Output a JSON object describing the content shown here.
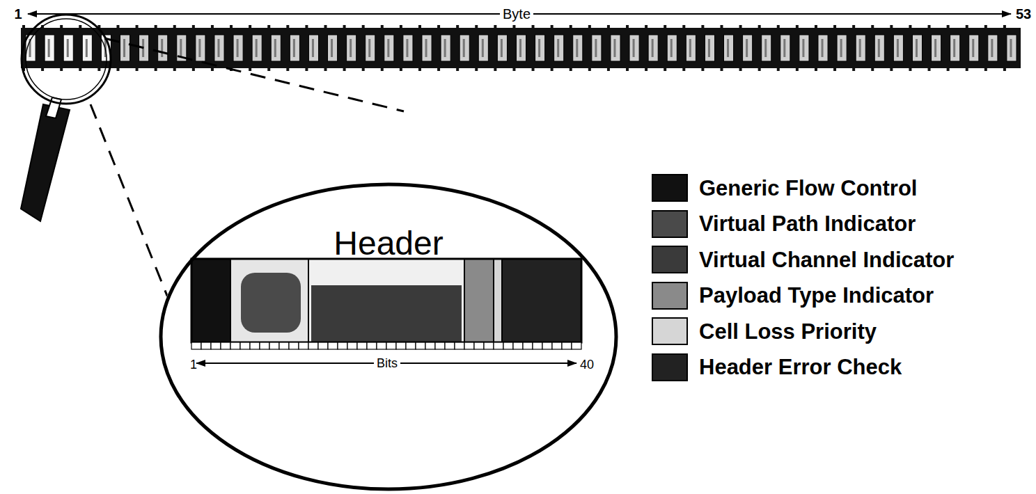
{
  "diagram": {
    "nodes": [
      {
        "text": [
          "Header"
        ]
      }
    ],
    "labels": [
      "1",
      "Byte",
      "53",
      "1",
      "Bits",
      "40"
    ],
    "legend": [
      {
        "text": "Generic Flow Control",
        "color": "#111111"
      },
      {
        "text": "Virtual Path Indicator",
        "color": "#4a4a4a"
      },
      {
        "text": "Virtual Channel Indicator",
        "color": "#3a3a3a"
      },
      {
        "text": "Payload Type Indicator",
        "color": "#8a8a8a"
      },
      {
        "text": "Cell Loss Priority",
        "color": "#d6d6d6"
      },
      {
        "text": "Header Error Check",
        "color": "#222222"
      }
    ]
  }
}
